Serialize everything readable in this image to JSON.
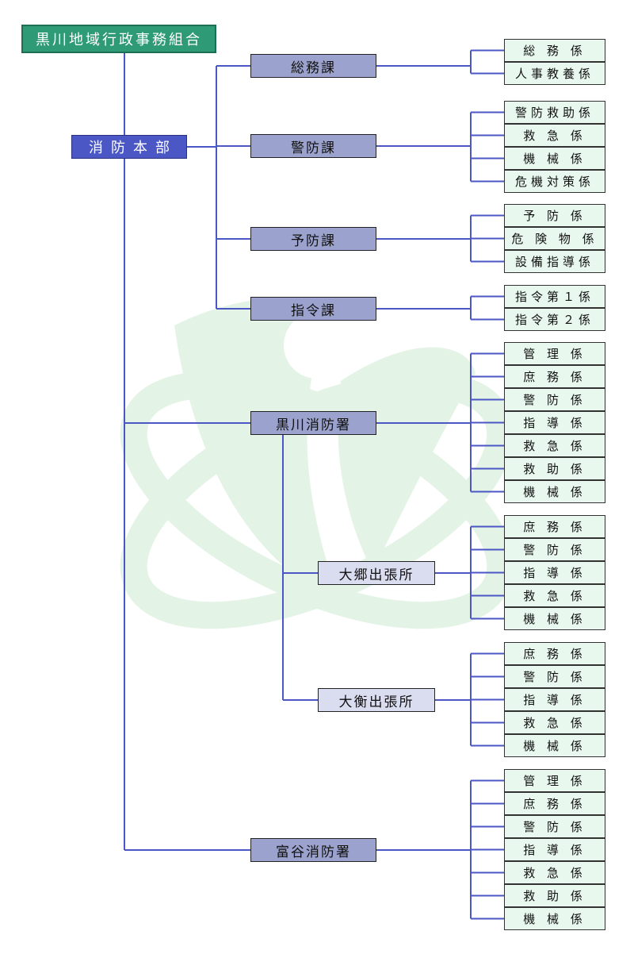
{
  "organization": "黒川地域行政事務組合",
  "headquarters": "消防本部",
  "sections": [
    {
      "name": "総務課",
      "units": [
        "総 務 係",
        "人事教養係"
      ]
    },
    {
      "name": "警防課",
      "units": [
        "警防救助係",
        "救 急 係",
        "機 械 係",
        "危機対策係"
      ]
    },
    {
      "name": "予防課",
      "units": [
        "予 防 係",
        "危 険 物 係",
        "設備指導係"
      ]
    },
    {
      "name": "指令課",
      "units": [
        "指令第１係",
        "指令第２係"
      ]
    }
  ],
  "stations": [
    {
      "name": "黒川消防署",
      "units": [
        "管 理 係",
        "庶 務 係",
        "警 防 係",
        "指 導 係",
        "救 急 係",
        "救 助 係",
        "機 械 係"
      ]
    },
    {
      "name": "富谷消防署",
      "units": [
        "管 理 係",
        "庶 務 係",
        "警 防 係",
        "指 導 係",
        "救 急 係",
        "救 助 係",
        "機 械 係"
      ]
    }
  ],
  "branches": [
    {
      "name": "大郷出張所",
      "units": [
        "庶 務 係",
        "警 防 係",
        "指 導 係",
        "救 急 係",
        "機 械 係"
      ]
    },
    {
      "name": "大衡出張所",
      "units": [
        "庶 務 係",
        "警 防 係",
        "指 導 係",
        "救 急 係",
        "機 械 係"
      ]
    }
  ],
  "colors": {
    "connector": "#4a57c4",
    "watermark": "#e3f3e6",
    "organization_box": "#2e9a76",
    "headquarters_box": "#4a57c4",
    "section_box": "#9ba2cd",
    "branch_box": "#dadcef",
    "unit_box": "#e9f8ef"
  }
}
